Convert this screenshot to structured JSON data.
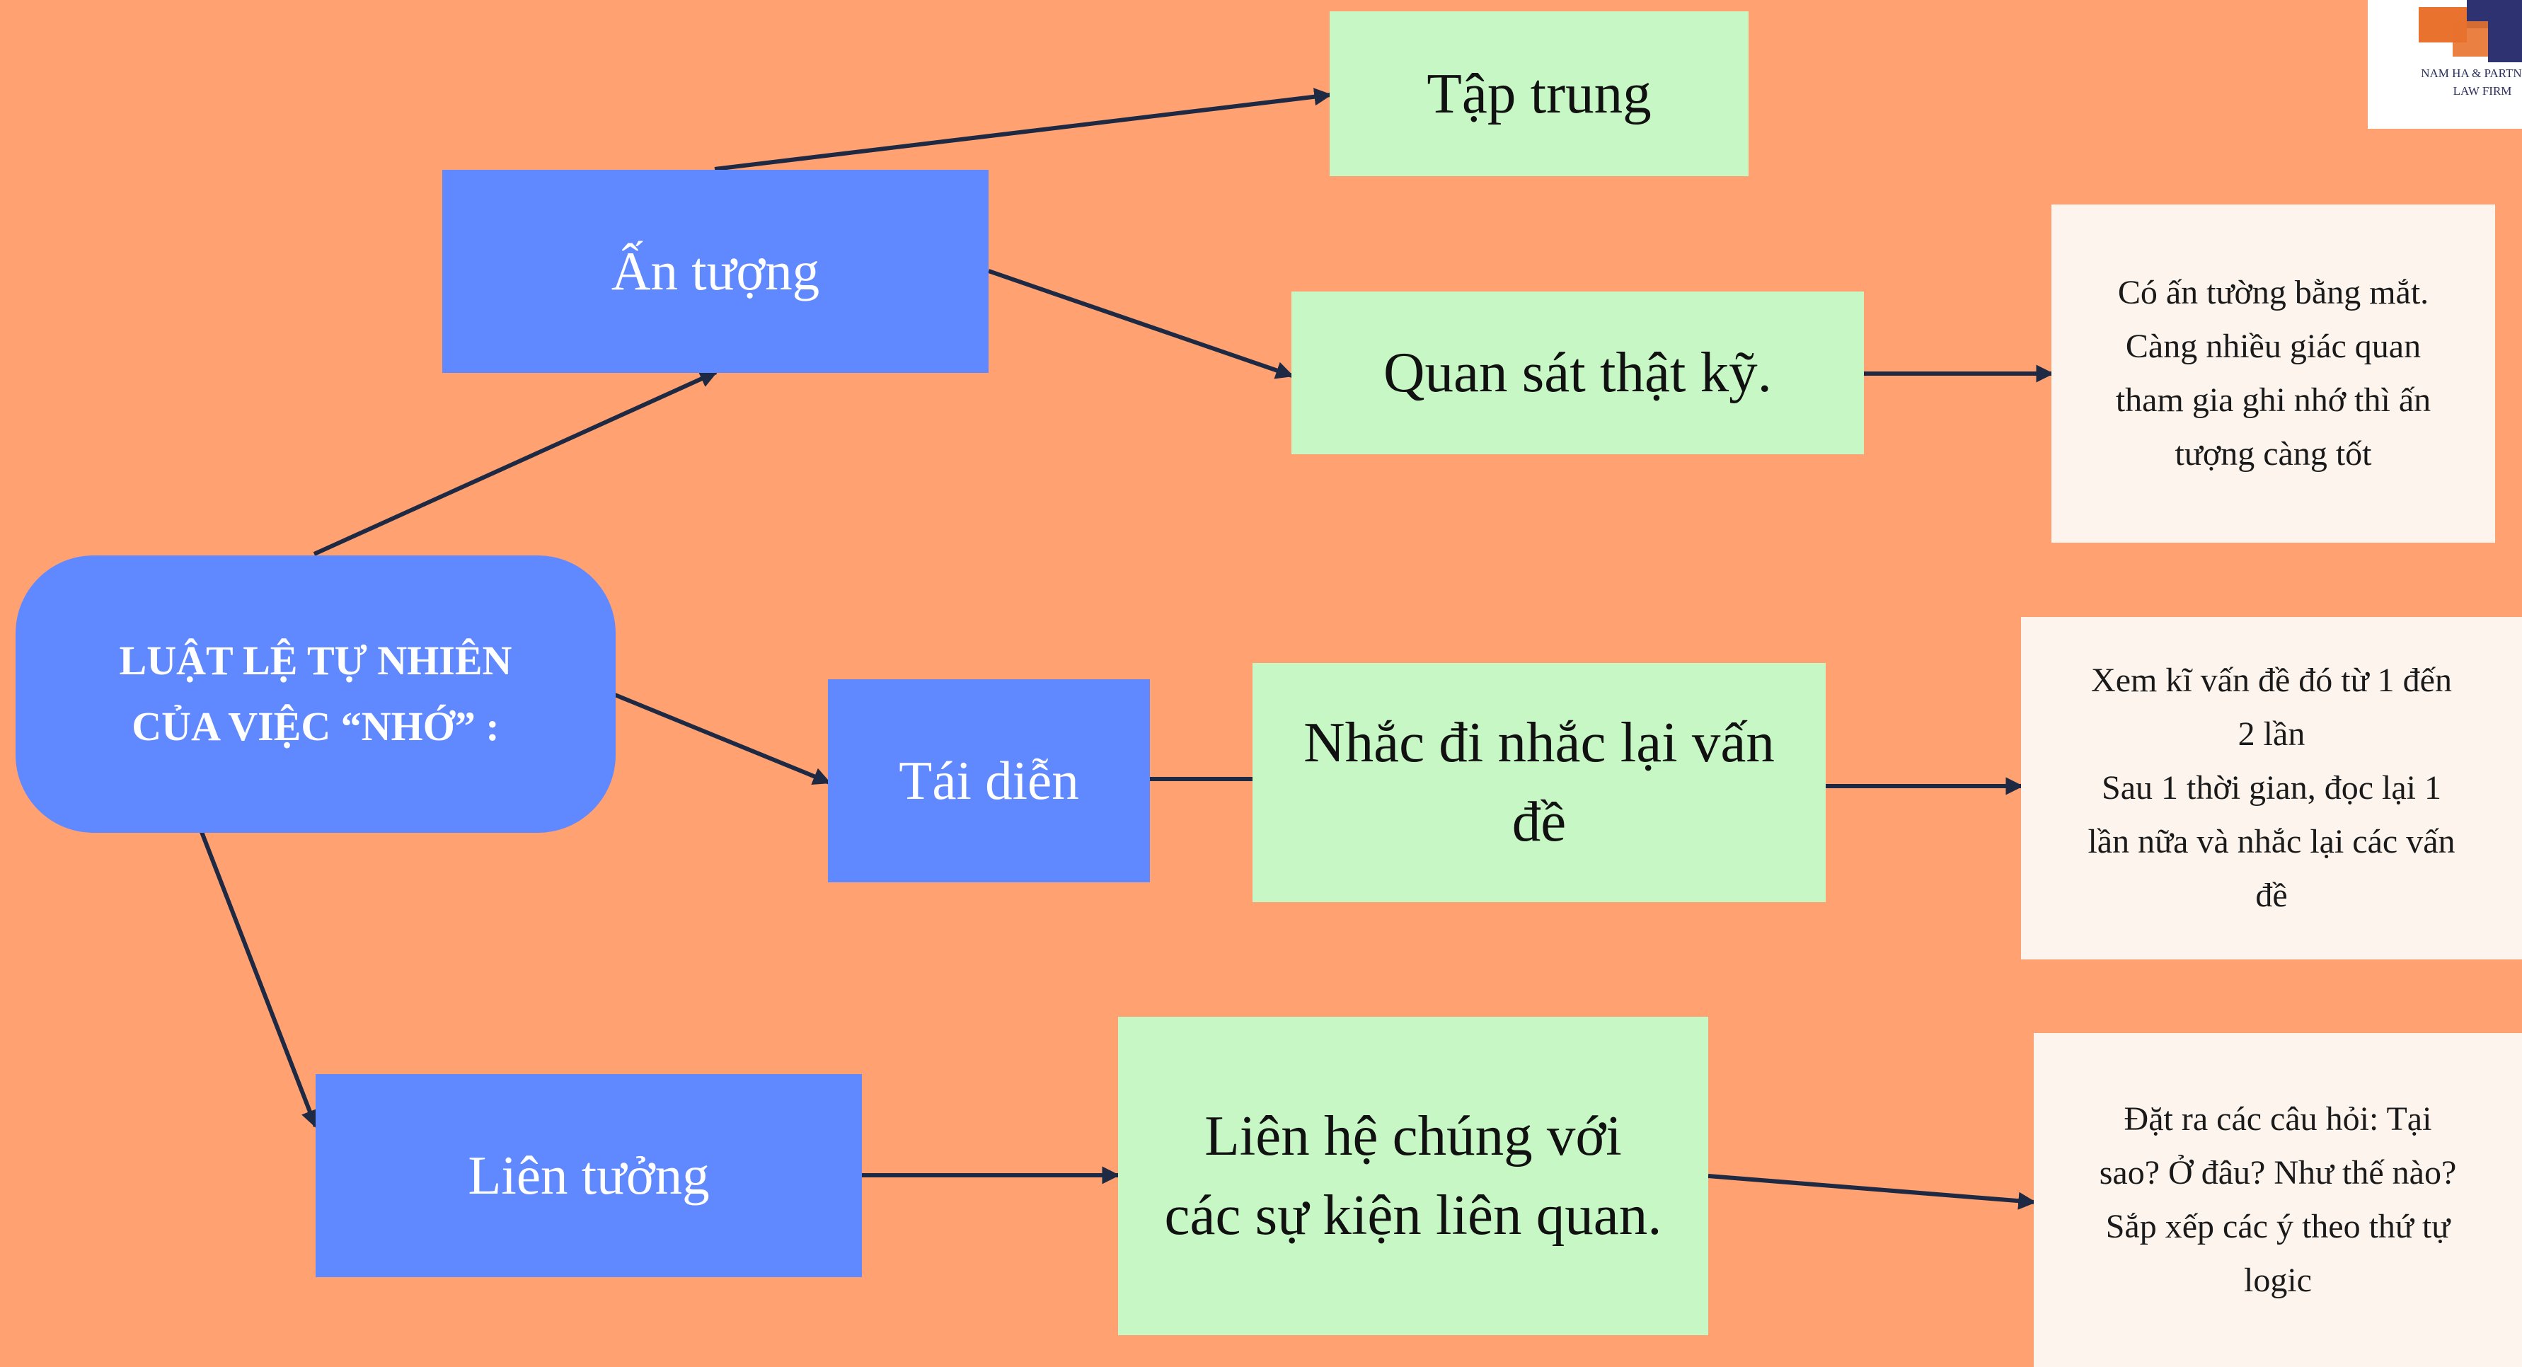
{
  "root": {
    "line1": "LUẬT LỆ TỰ NHIÊN",
    "line2": "CỦA VIỆC “NHỚ” :"
  },
  "categories": {
    "an_tuong": "Ấn tượng",
    "tai_dien": "Tái diễn",
    "lien_tuong": "Liên tưởng"
  },
  "actions": {
    "tap_trung": "Tập trung",
    "quan_sat": "Quan sát thật kỹ.",
    "nhac_lai": [
      "Nhắc đi nhắc lại vấn",
      "đề"
    ],
    "lien_he": [
      "Liên hệ chúng với",
      "các sự kiện liên quan."
    ]
  },
  "notes": {
    "an_tuong": [
      "Có ấn tường bằng mắt.",
      "Càng nhiều giác quan",
      "tham gia ghi nhớ thì ấn",
      "tượng càng tốt"
    ],
    "tai_dien": [
      "Xem kĩ vấn đề đó từ 1 đến",
      "2 lần",
      "Sau 1 thời gian, đọc lại 1",
      "lần nữa và nhắc lại các vấn",
      "đề"
    ],
    "lien_tuong": [
      "Đặt ra các câu hỏi: Tại",
      "sao? Ở đâu? Như thế nào?",
      "Sắp xếp các ý theo thứ tự",
      "logic"
    ]
  },
  "logo": {
    "line1": "NAM HA & PARTNERS",
    "line2": "LAW FIRM"
  },
  "colors": {
    "background": "#FFA170",
    "category_box": "#6189FF",
    "action_box": "#C6F7C4",
    "note_box": "#FCF4ED",
    "arrow": "#1E2A44"
  }
}
